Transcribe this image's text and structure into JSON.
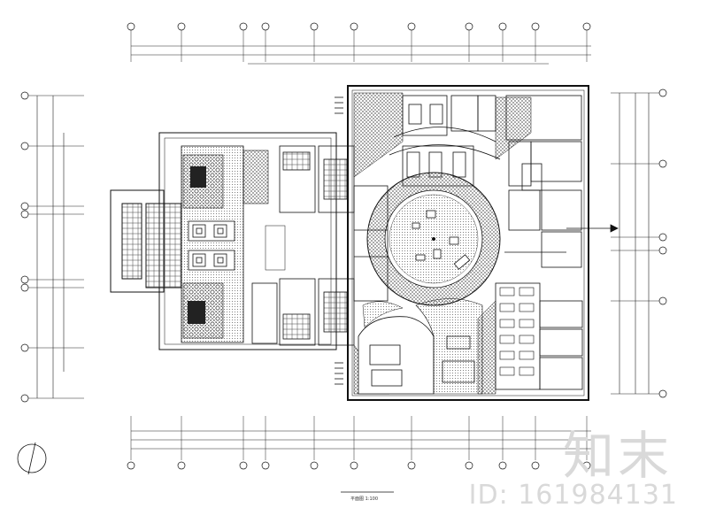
{
  "watermark": {
    "brand": "知末",
    "id_text": "ID: 161984131"
  },
  "drawing": {
    "scale_label": "平面图 1:100"
  },
  "colors": {
    "line": "#111111",
    "hatch": "#6b6b6b",
    "watermark": "#d9d9d9"
  }
}
